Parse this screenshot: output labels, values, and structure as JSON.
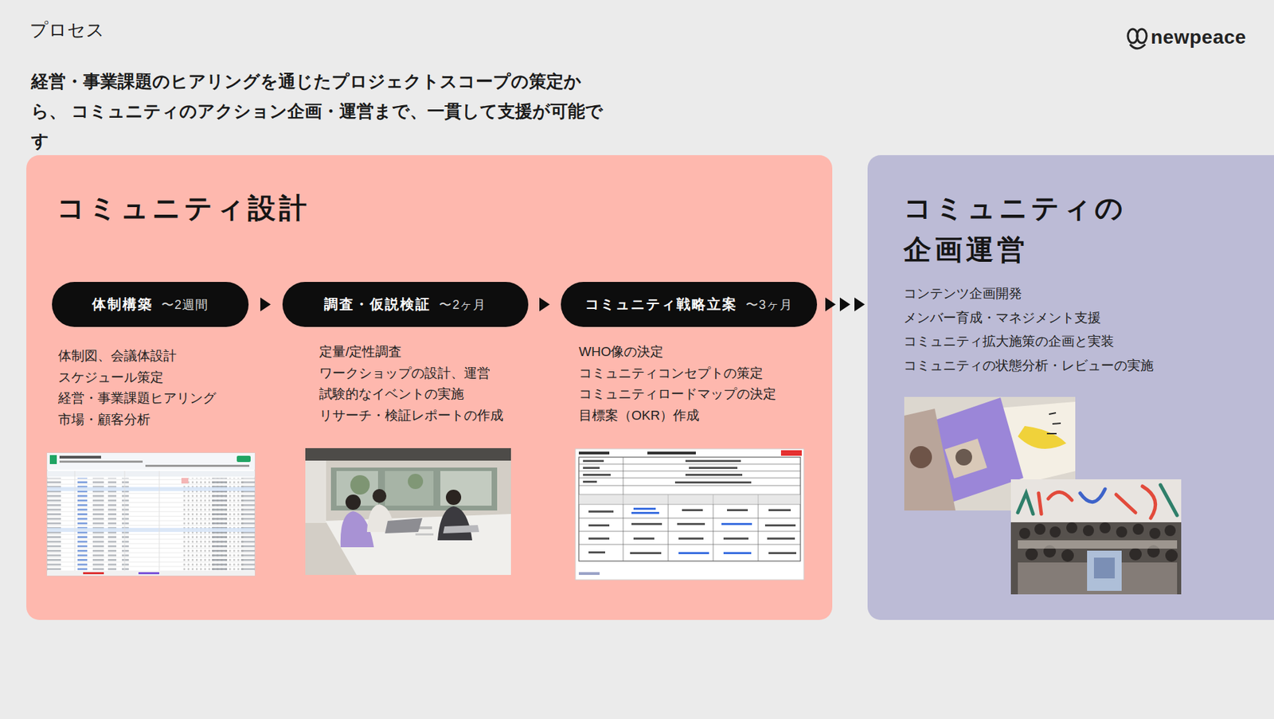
{
  "diagram": {
    "title": "プロセス",
    "nodes": [
      {
        "text": [
          "コミュニティ設計"
        ]
      },
      {
        "text": [
          "体制構築",
          "〜2週間"
        ],
        "in": 0
      },
      {
        "text": [
          "調査・仮説検証",
          "〜2ヶ月"
        ],
        "in": 0
      },
      {
        "text": [
          "コミュニティ戦略立案",
          "〜3ヶ月"
        ],
        "in": 0
      },
      {
        "text": [
          "コミュニティの 企画運営"
        ]
      }
    ],
    "edges": [
      {
        "from": 1,
        "to": 2,
        "arrow": "to"
      },
      {
        "from": 2,
        "to": 3,
        "arrow": "to"
      },
      {
        "from": 3,
        "to": 4,
        "arrow": "to"
      }
    ],
    "labels": [
      "経営・事業課題のヒアリングを通じたプロジェクトスコープの策定から、 コミュニティのアクション企画・運営まで、一貫して支援が可能です",
      "newpeace",
      "体制図、会議体設計",
      "スケジュール策定",
      "経営・事業課題ヒアリング",
      "市場・顧客分析",
      "定量/定性調査",
      "ワークショップの設計、運営",
      "試験的なイベントの実施",
      "リサーチ・検証レポートの作成",
      "WHO像の決定",
      "コミュニティコンセプトの策定",
      "コミュニティロードマップの決定",
      "目標案（OKR）作成",
      "コンテンツ企画開発",
      "メンバー育成・マネジメント支援",
      "コミュニティ拡大施策の企画と実装",
      "コミュニティの状態分析・レビューの実施"
    ]
  }
}
